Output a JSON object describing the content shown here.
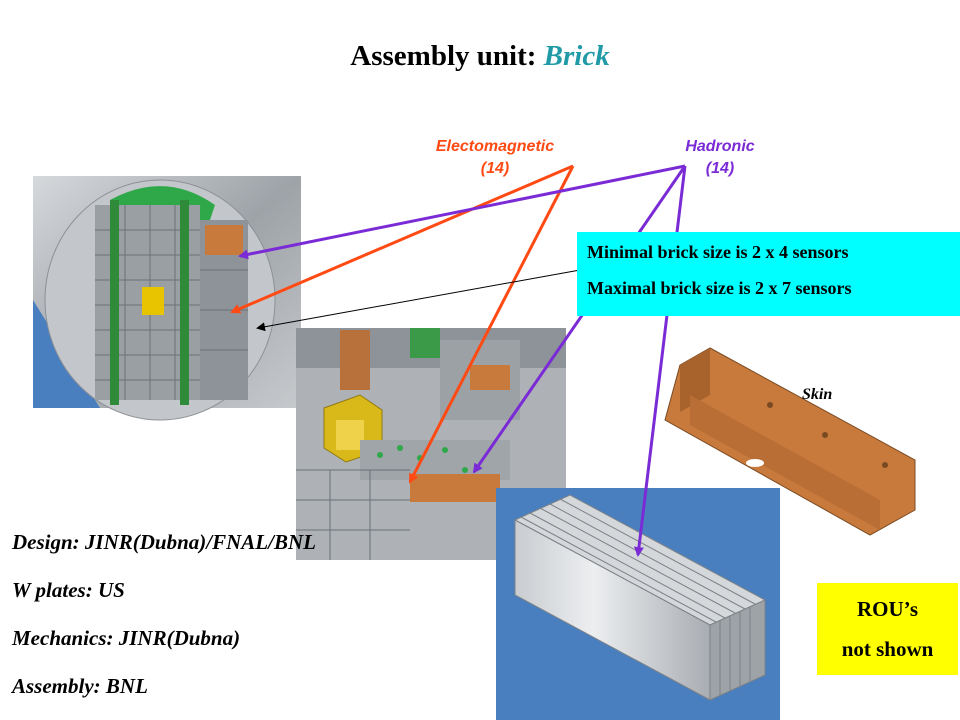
{
  "slide": {
    "title_prefix": "Assembly unit",
    "title_colon": ": ",
    "title_accent": "Brick",
    "labels": {
      "electromagnetic": "Electomagnetic",
      "electromagnetic_count": "(14)",
      "hadronic": "Hadronic",
      "hadronic_count": "(14)"
    },
    "brick_size": {
      "minimal": "Minimal brick size is 2 x 4 sensors",
      "maximal": "Maximal brick size is  2 x 7 sensors"
    },
    "skin_label": "Skin",
    "credits": [
      "Design: JINR(Dubna)/FNAL/BNL",
      "W plates: US",
      "Mechanics: JINR(Dubna)",
      "Assembly: BNL"
    ],
    "rou_note": {
      "line1": "ROU’s",
      "line2": "not shown"
    },
    "colors": {
      "title_accent": "#1f9aa6",
      "electromagnetic": "#ff4a14",
      "hadronic": "#7a2bd6",
      "brick_box": "#00ffff",
      "rou_box": "#ffff00",
      "cad_blue": "#4a7fbf",
      "steel": "#b4b8bc",
      "copper": "#c87a3c",
      "green_frame": "#2f8a3a"
    }
  }
}
